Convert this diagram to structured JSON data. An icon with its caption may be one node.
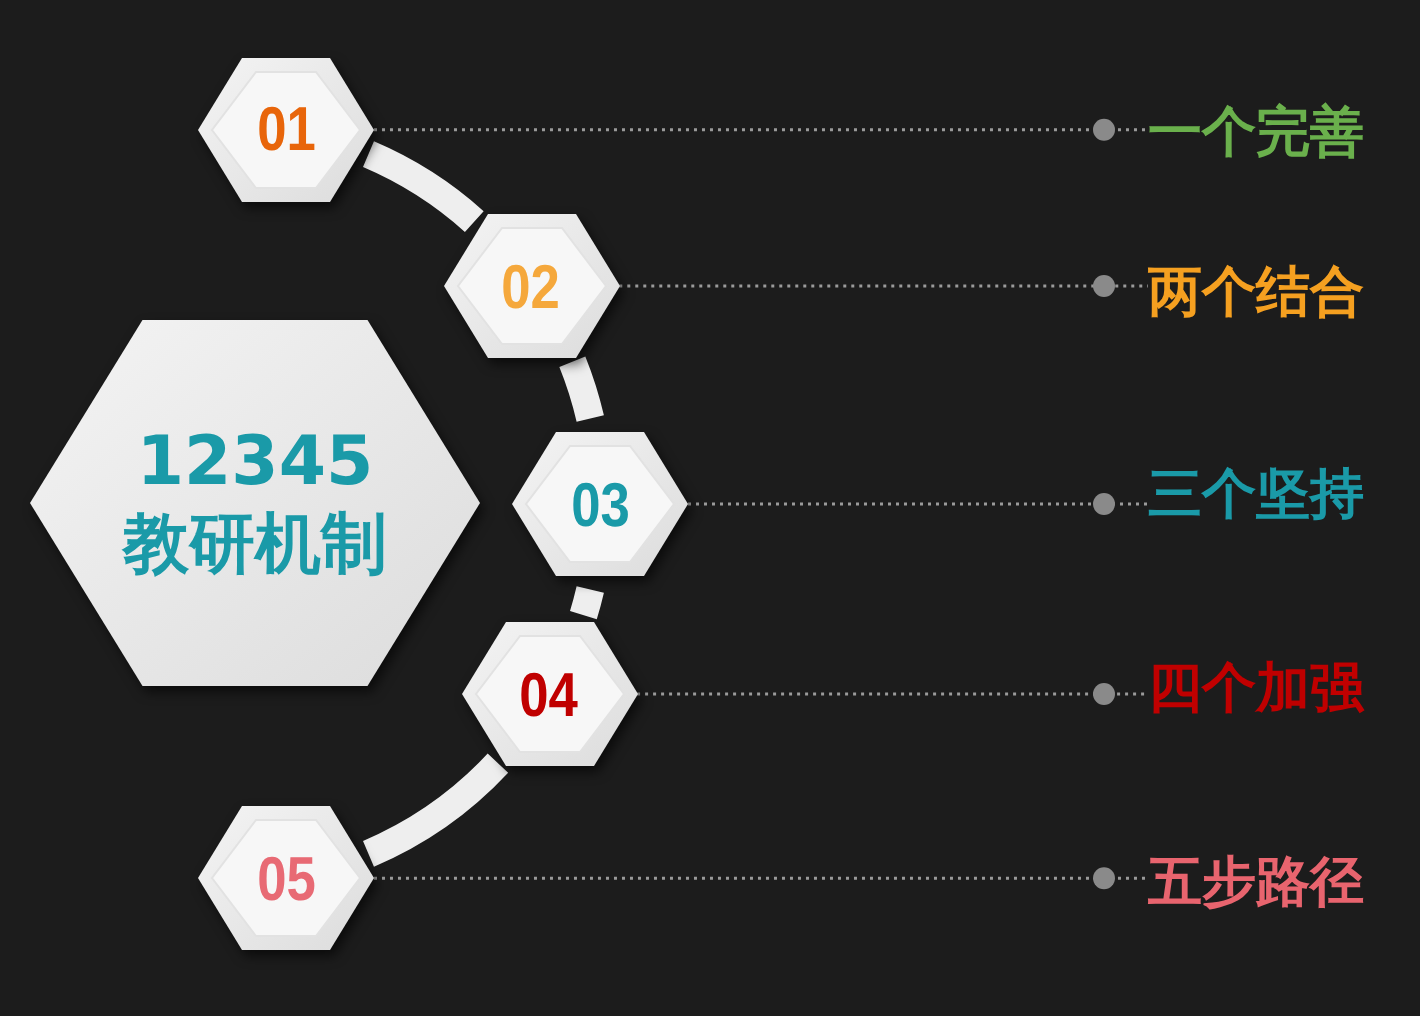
{
  "diagram": {
    "nodes": [
      {
        "text": [
          "12345",
          "教研机制"
        ]
      },
      {
        "text": [
          "01"
        ]
      },
      {
        "text": [
          "02"
        ]
      },
      {
        "text": [
          "03"
        ]
      },
      {
        "text": [
          "04"
        ]
      },
      {
        "text": [
          "05"
        ]
      },
      {
        "text": [
          "一个完善"
        ]
      },
      {
        "text": [
          "两个结合"
        ]
      },
      {
        "text": [
          "三个坚持"
        ]
      },
      {
        "text": [
          "四个加强"
        ]
      },
      {
        "text": [
          "五步路径"
        ]
      }
    ],
    "edges": [
      {
        "from": 1,
        "to": 2,
        "arrow": "none",
        "style": "thick",
        "color": "#eeeeee"
      },
      {
        "from": 2,
        "to": 3,
        "arrow": "none",
        "style": "thick",
        "color": "#eeeeee"
      },
      {
        "from": 3,
        "to": 4,
        "arrow": "none",
        "style": "thick",
        "color": "#eeeeee"
      },
      {
        "from": 4,
        "to": 5,
        "arrow": "none",
        "style": "thick",
        "color": "#eeeeee"
      },
      {
        "from": 1,
        "to": 6,
        "arrow": "other",
        "style": "dashed"
      },
      {
        "from": 2,
        "to": 7,
        "arrow": "other",
        "style": "dashed"
      },
      {
        "from": 3,
        "to": 8,
        "arrow": "other",
        "style": "dashed"
      },
      {
        "from": 4,
        "to": 9,
        "arrow": "other",
        "style": "dashed"
      },
      {
        "from": 5,
        "to": 10,
        "arrow": "other",
        "style": "dashed"
      }
    ]
  }
}
